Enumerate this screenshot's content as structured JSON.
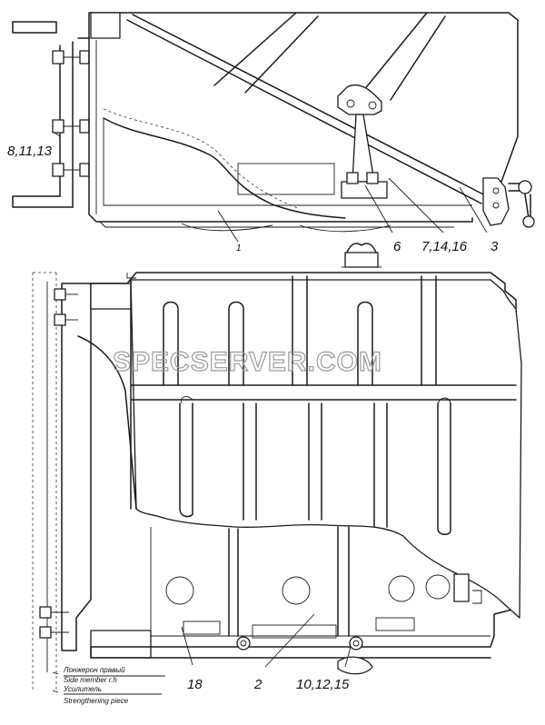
{
  "labels": {
    "top_view": {
      "c_8_11_13": "8,11,13",
      "c_1": "1",
      "c_6": "6",
      "c_7_14_16": "7,14,16",
      "c_3": "3"
    },
    "bottom_view": {
      "c_18": "18",
      "c_2": "2",
      "c_10_12_15": "10,12,15"
    },
    "notes": {
      "side_member_ru": "Лонжерон правый",
      "side_member_en": "Side member r.h",
      "strengthening_ru": "Усилитель",
      "strengthening_en": "Strengthening piece"
    }
  },
  "watermark": "SPECSERVER.COM"
}
